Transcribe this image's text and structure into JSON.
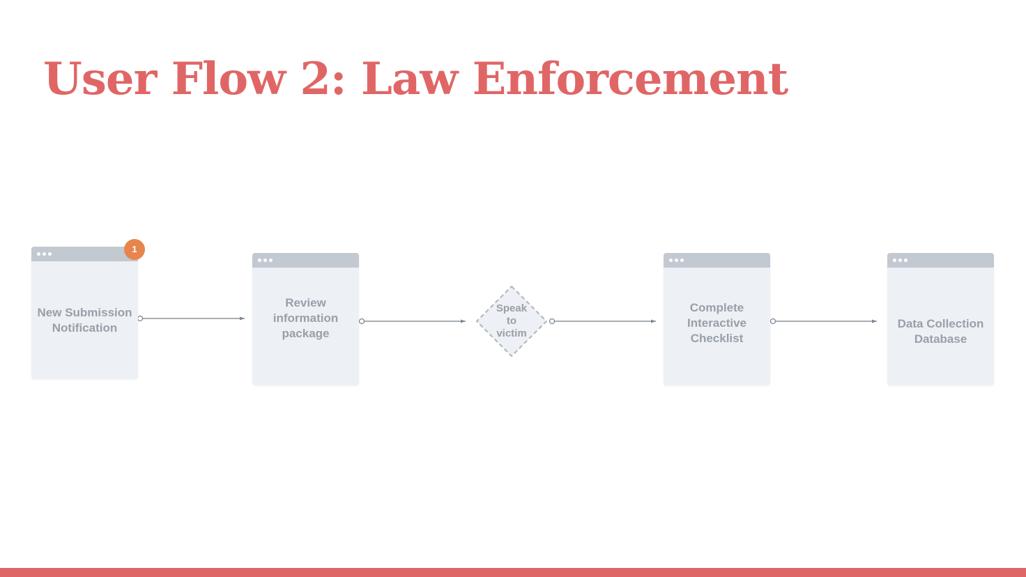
{
  "slide": {
    "title": "User Flow 2: Law Enforcement",
    "accent_color": "#e06666",
    "badge_color": "#e8854d"
  },
  "flow": {
    "steps": [
      {
        "id": "new-submission",
        "kind": "screen",
        "label": "New Submission\nNotification",
        "badge": "1"
      },
      {
        "id": "review-package",
        "kind": "screen",
        "label": "Review\ninformation\npackage"
      },
      {
        "id": "speak-to-victim",
        "kind": "decision",
        "label": "Speak\nto\nvictim"
      },
      {
        "id": "interactive-checklist",
        "kind": "screen",
        "label": "Complete\nInteractive\nChecklist"
      },
      {
        "id": "data-collection",
        "kind": "screen",
        "label": "Data Collection\nDatabase"
      }
    ]
  }
}
